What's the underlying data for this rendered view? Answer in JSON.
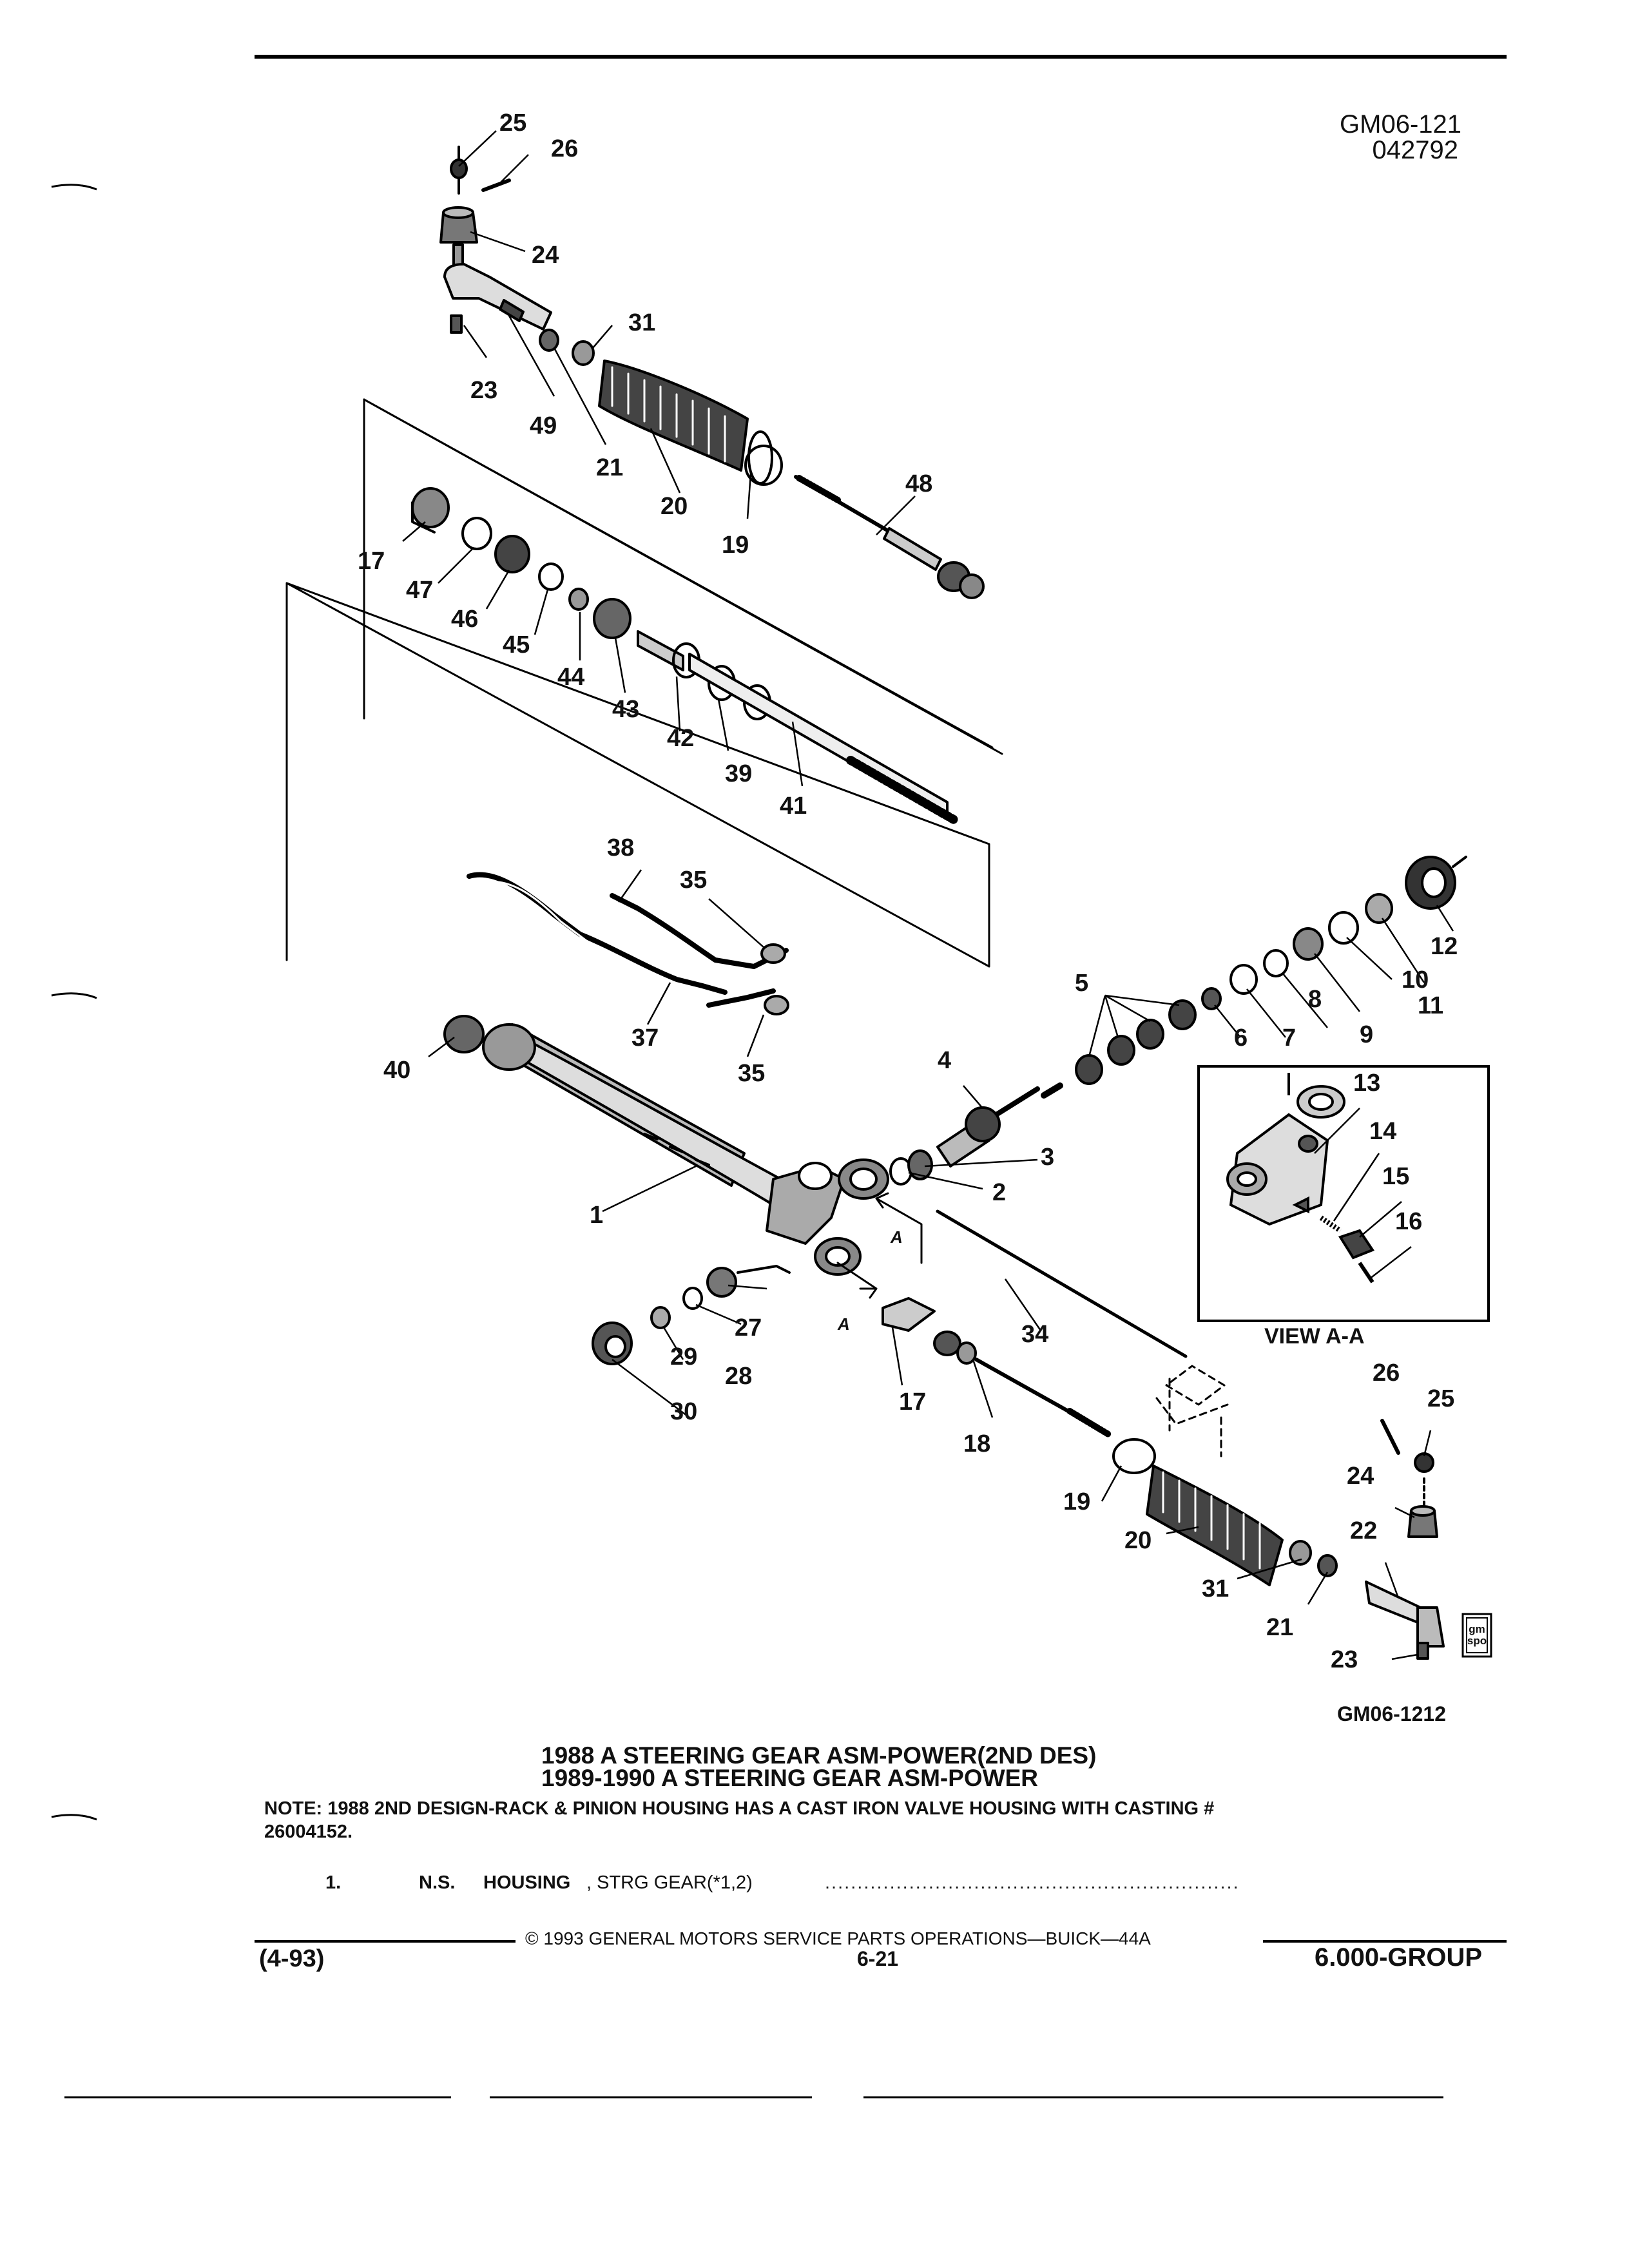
{
  "header": {
    "code": "GM06-121",
    "date_code": "042792"
  },
  "figure": {
    "figure_id": "GM06-1212",
    "view_label": "VIEW A-A",
    "section_marker": "A",
    "badge_lines": [
      "gm",
      "spo"
    ],
    "callouts": [
      "1",
      "2",
      "3",
      "4",
      "5",
      "6",
      "7",
      "8",
      "9",
      "10",
      "11",
      "12",
      "13",
      "14",
      "15",
      "16",
      "17",
      "18",
      "19",
      "20",
      "21",
      "22",
      "23",
      "24",
      "25",
      "26",
      "27",
      "28",
      "29",
      "30",
      "31",
      "34",
      "35",
      "37",
      "38",
      "39",
      "40",
      "41",
      "42",
      "43",
      "44",
      "45",
      "46",
      "47",
      "48",
      "49"
    ]
  },
  "title": {
    "line1": "1988 A STEERING GEAR ASM-POWER(2ND DES)",
    "line2": "1989-1990 A STEERING GEAR ASM-POWER"
  },
  "note": {
    "line1": "NOTE:  1988 2ND DESIGN-RACK & PINION HOUSING HAS A CAST IRON VALVE HOUSING WITH CASTING #",
    "line2": "26004152."
  },
  "parts": [
    {
      "number": "1.",
      "ns": "N.S.",
      "name": "HOUSING",
      "desc": ", STRG GEAR(*1,2)",
      "leader": "................................................................"
    }
  ],
  "footer": {
    "copyright": "© 1993  GENERAL MOTORS SERVICE PARTS OPERATIONS—BUICK—44A",
    "date": "(4-93)",
    "page": "6-21",
    "group": "6.000-GROUP"
  }
}
